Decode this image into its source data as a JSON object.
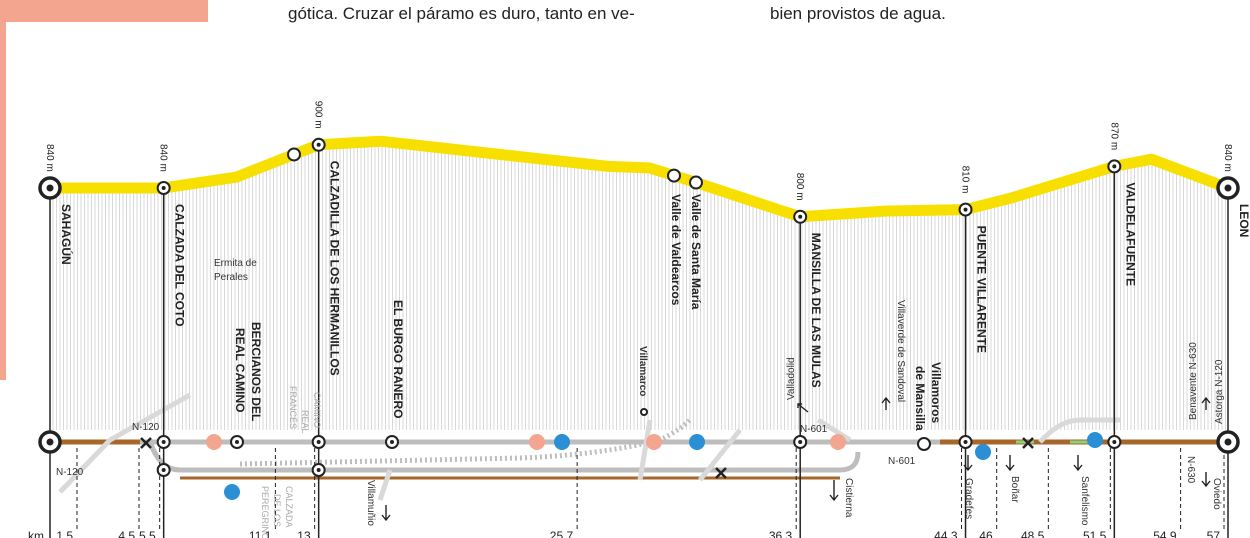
{
  "intro": {
    "text_left": "gótica. Cruzar el páramo es duro, tanto en ve-",
    "text_right": "bien provistos de agua."
  },
  "colors": {
    "elevation": "#f7e000",
    "hatch": "#c8c8c8",
    "road": "#a8672a",
    "path_gray": "#bdbdbd",
    "water": "#2a8fd4",
    "church": "#f4a58f",
    "accent": "#f4a58f"
  },
  "profile": [
    {
      "km": 0,
      "elev": 840
    },
    {
      "km": 5.5,
      "elev": 840
    },
    {
      "km": 9,
      "elev": 855
    },
    {
      "km": 13,
      "elev": 900
    },
    {
      "km": 16,
      "elev": 905
    },
    {
      "km": 27,
      "elev": 870
    },
    {
      "km": 29,
      "elev": 868
    },
    {
      "km": 31,
      "elev": 850
    },
    {
      "km": 36.3,
      "elev": 800
    },
    {
      "km": 40.5,
      "elev": 808
    },
    {
      "km": 44.3,
      "elev": 810
    },
    {
      "km": 46.5,
      "elev": 826
    },
    {
      "km": 51.5,
      "elev": 870
    },
    {
      "km": 53.3,
      "elev": 880
    },
    {
      "km": 57,
      "elev": 840
    }
  ],
  "altitudes": [
    {
      "km": 0,
      "label": "840 m"
    },
    {
      "km": 5.5,
      "label": "840 m"
    },
    {
      "km": 13,
      "label": "900 m"
    },
    {
      "km": 36.3,
      "label": "800 m"
    },
    {
      "km": 44.3,
      "label": "810 m"
    },
    {
      "km": 51.5,
      "label": "870 m"
    },
    {
      "km": 57,
      "label": "840 m"
    }
  ],
  "towns": [
    {
      "km": 0,
      "name": "SAHAGÚN",
      "main": true
    },
    {
      "km": 5.5,
      "name": "CALZADA DEL COTO",
      "main": true
    },
    {
      "km": 13,
      "name": "CALZADILLA DE LOS HERMANILLOS",
      "main": true
    },
    {
      "km": 36.3,
      "name": "MANSILLA DE LAS MULAS",
      "main": true
    },
    {
      "km": 44.3,
      "name": "PUENTE VILLARENTE",
      "main": true
    },
    {
      "km": 51.5,
      "name": "VALDELAFUENTE",
      "main": true
    },
    {
      "km": 57,
      "name": "LEON",
      "main": true
    }
  ],
  "minor_towns": [
    {
      "name": "EL BURGO RANERO"
    },
    {
      "name": "Valle de Santa María"
    },
    {
      "name": "Valle de Valdearcos"
    },
    {
      "name": "BERCIANOS DEL"
    },
    {
      "name": "REAL CAMINO"
    },
    {
      "name": "Villamoros"
    },
    {
      "name": "de Mansilla"
    }
  ],
  "notes": {
    "ermita_1": "Ermita de",
    "ermita_2": "Perales",
    "camino_1": "CAMINO",
    "camino_2": "REAL",
    "camino_3": "FRANCÉS",
    "calzada_1": "CALZADA",
    "calzada_2": "DE LOS",
    "calzada_3": "PEREGRINO",
    "villamarco": "Villamarco",
    "villaverde": "Villaverde de Sandoval",
    "valladolid": "Valladolid",
    "benavente": "Benavente N-630",
    "astorga": "Astorga N-120",
    "n630": "N-630",
    "n601_a": "N-601",
    "n601_b": "N-601",
    "n120_a": "N-120",
    "n120_b": "N-120",
    "villamunio": "Villamuñio",
    "cistierna": "Cistierna",
    "gradefes": "Gradefes",
    "bonar": "Boñar",
    "sanfelismo": "Sanfelismo",
    "oviedo": "Oviedo"
  },
  "km_axis": {
    "unit": "km",
    "ticks": [
      "1.5",
      "4.5",
      "5.5",
      "11.1",
      "13",
      "25.7",
      "36.3",
      "44.3",
      "46",
      "48.5",
      "51.5",
      "54.9",
      "57"
    ]
  }
}
